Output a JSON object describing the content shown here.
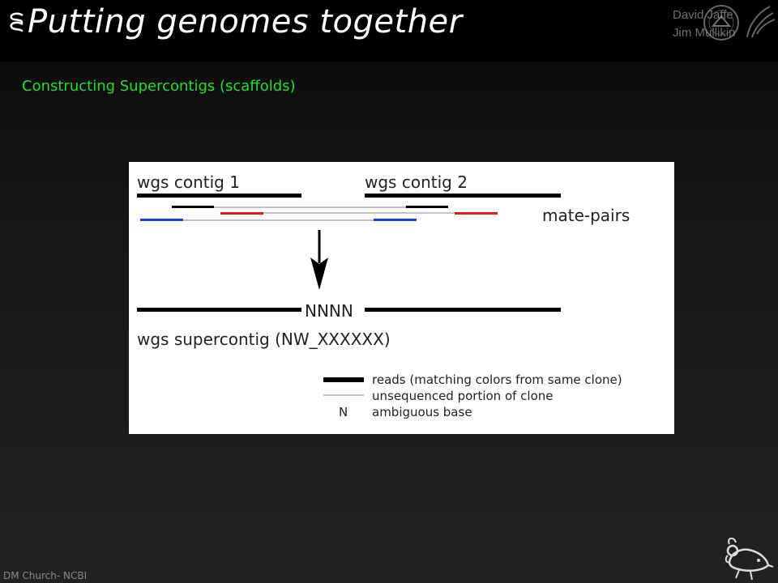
{
  "header": {
    "title": "Putting genomes together",
    "authors": "David Jaffe\nJim Mullikin",
    "logo_icon": "ncbi-logo-icon",
    "seal_icon": "nih-seal-icon"
  },
  "slide": {
    "subtitle": "Constructing Supercontigs (scaffolds)",
    "footer": "DM Church- NCBI",
    "mascot_icon": "mouse-drawing-icon"
  },
  "diagram": {
    "contig1_label": "wgs contig 1",
    "contig2_label": "wgs contig 2",
    "matepairs_label": "mate-pairs",
    "gap_label": "NNNN",
    "supercontig_label": "wgs supercontig (NW_XXXXXX)",
    "legend": {
      "reads": "reads (matching colors from same clone)",
      "unsequenced": "unsequenced portion of clone",
      "n_symbol": "N",
      "ambiguous": "ambiguous base"
    },
    "colors": {
      "black_pair": "#000000",
      "red_pair": "#e01b1b",
      "blue_pair": "#1f3fcf",
      "clone_line": "#b0b0b0"
    }
  },
  "theme": {
    "subtitle_color": "#22dd33",
    "background": "#1a1a1a"
  }
}
